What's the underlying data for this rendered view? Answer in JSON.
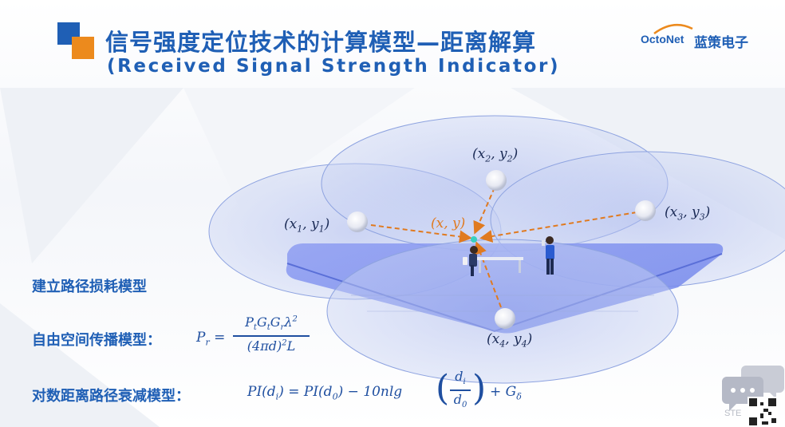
{
  "header": {
    "title_cn": "信号强度定位技术的计算模型—距离解算",
    "title_en": "(Received Signal Strength Indicator)"
  },
  "brand": {
    "name_en": "OctoNet",
    "name_cn": "蓝策电子"
  },
  "diagram": {
    "anchors": [
      {
        "label": "(x1, y1)",
        "sub": "1"
      },
      {
        "label": "(x2, y2)",
        "sub": "2"
      },
      {
        "label": "(x3, y3)",
        "sub": "3"
      },
      {
        "label": "(x4, y4)",
        "sub": "4"
      }
    ],
    "target_label": "(x, y)"
  },
  "models": {
    "path_loss_title": "建立路径损耗模型",
    "free_space_title": "自由空间传播模型：",
    "free_space_formula": {
      "lhs": "P",
      "lhs_sub": "r",
      "numerator": "PtGtGrλ²",
      "denominator": "(4πd)²L"
    },
    "log_distance_title": "对数距离路径衰减模型：",
    "log_distance_formula": {
      "lhs": "PI(d",
      "rhs": "= PI(d",
      "term": "− 10nlg",
      "frac_num": "d",
      "frac_den": "d",
      "tail": "+ G"
    }
  },
  "watermark": {
    "text": "STE"
  },
  "colors": {
    "brand_blue": "#1f5fb5",
    "brand_orange": "#ec8a1d",
    "ring_fill": "#8fa6e6",
    "platform": "#7b8ff0",
    "arrow": "#e07a1f"
  }
}
